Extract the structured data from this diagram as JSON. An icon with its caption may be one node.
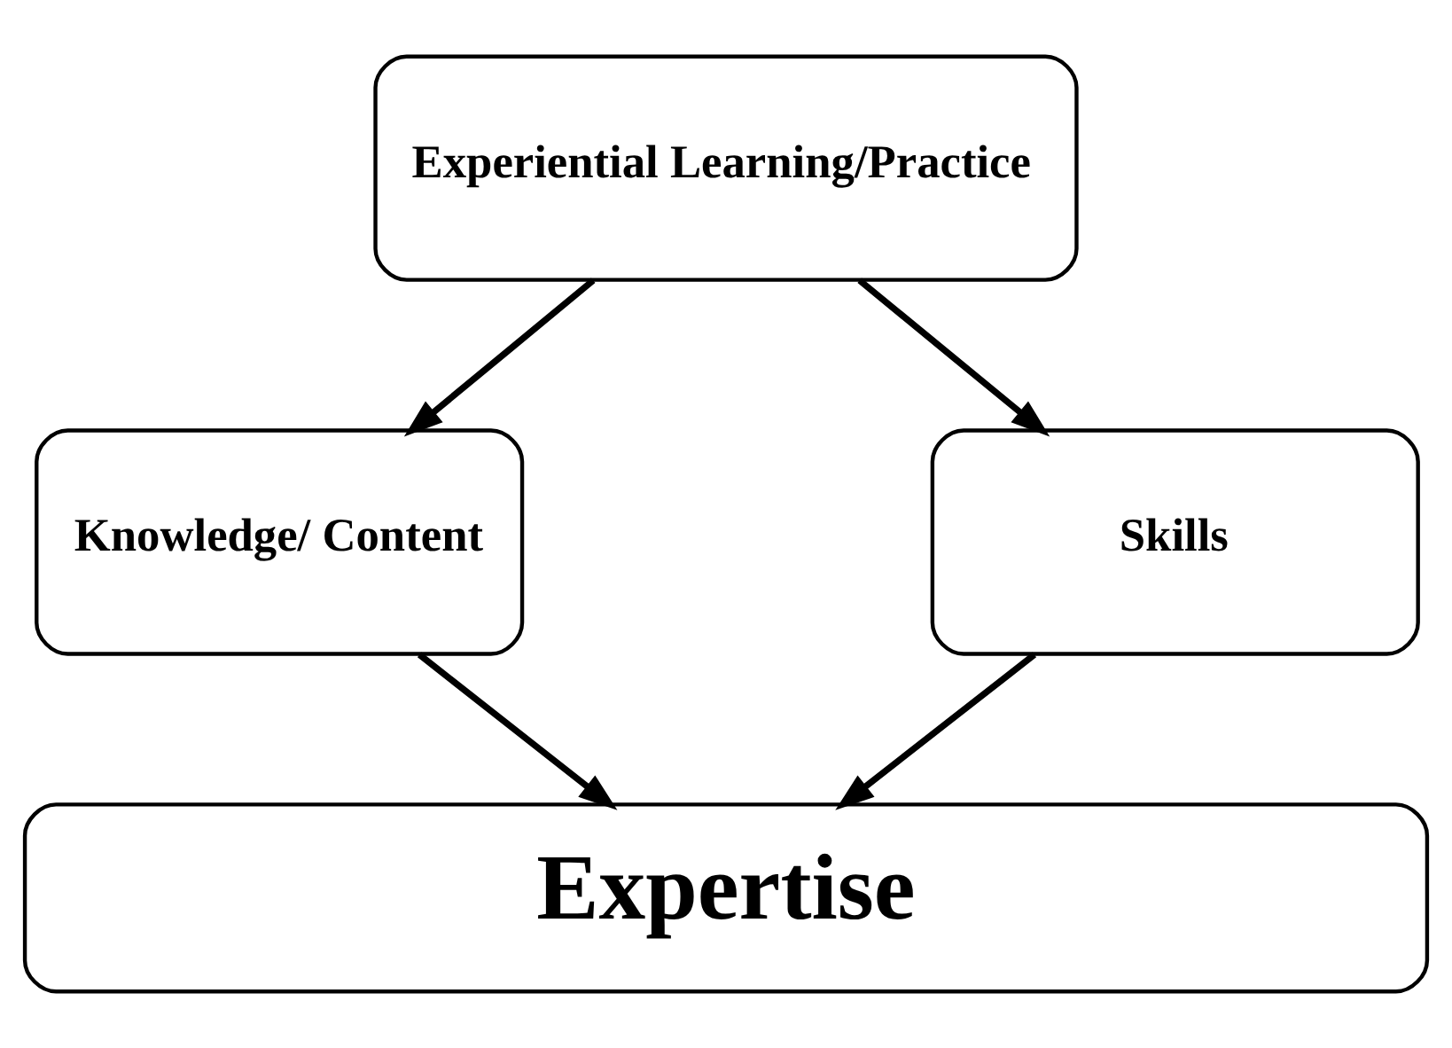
{
  "diagram": {
    "nodes": [
      {
        "text": [
          "Experiential Learning/Practice"
        ]
      },
      {
        "text": [
          "Knowledge/ Content"
        ]
      },
      {
        "text": [
          "Skills"
        ]
      },
      {
        "text": [
          "Expertise"
        ]
      }
    ],
    "edges": [
      {
        "from": 0,
        "to": 1,
        "arrow": "to"
      },
      {
        "from": 0,
        "to": 2,
        "arrow": "to"
      },
      {
        "from": 1,
        "to": 3,
        "arrow": "to"
      },
      {
        "from": 2,
        "to": 3,
        "arrow": "to"
      }
    ]
  }
}
